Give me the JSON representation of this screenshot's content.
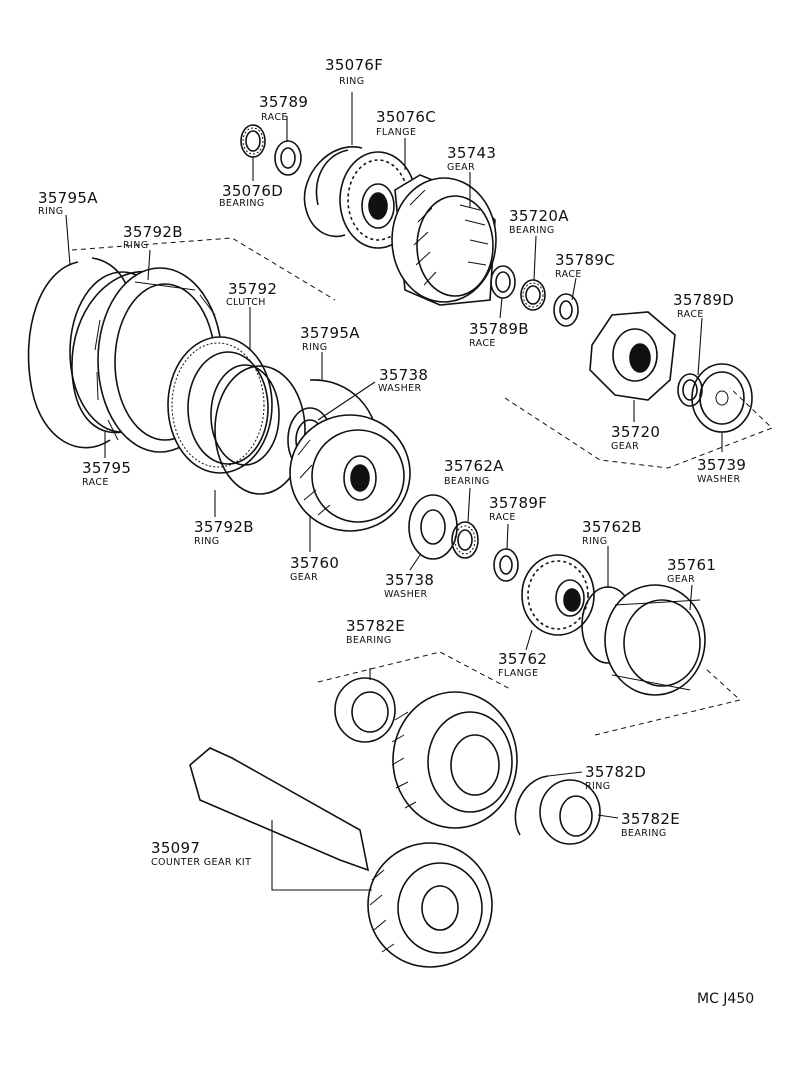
{
  "diagram_code": "MC J450",
  "parts": [
    {
      "id": "p-35076F",
      "number": "35076F",
      "name": "RING"
    },
    {
      "id": "p-35789",
      "number": "35789",
      "name": "RACE"
    },
    {
      "id": "p-35076C",
      "number": "35076C",
      "name": "FLANGE"
    },
    {
      "id": "p-35076D",
      "number": "35076D",
      "name": "BEARING"
    },
    {
      "id": "p-35743",
      "number": "35743",
      "name": "GEAR"
    },
    {
      "id": "p-35795A-top",
      "number": "35795A",
      "name": "RING"
    },
    {
      "id": "p-35792B-top",
      "number": "35792B",
      "name": "RING"
    },
    {
      "id": "p-35720A",
      "number": "35720A",
      "name": "BEARING"
    },
    {
      "id": "p-35789C",
      "number": "35789C",
      "name": "RACE"
    },
    {
      "id": "p-35792",
      "number": "35792",
      "name": "CLUTCH"
    },
    {
      "id": "p-35789D",
      "number": "35789D",
      "name": "RACE"
    },
    {
      "id": "p-35789B",
      "number": "35789B",
      "name": "RACE"
    },
    {
      "id": "p-35795A-mid",
      "number": "35795A",
      "name": "RING"
    },
    {
      "id": "p-35738-top",
      "number": "35738",
      "name": "WASHER"
    },
    {
      "id": "p-35720",
      "number": "35720",
      "name": "GEAR"
    },
    {
      "id": "p-35795",
      "number": "35795",
      "name": "RACE"
    },
    {
      "id": "p-35739",
      "number": "35739",
      "name": "WASHER"
    },
    {
      "id": "p-35762A",
      "number": "35762A",
      "name": "BEARING"
    },
    {
      "id": "p-35789F",
      "number": "35789F",
      "name": "RACE"
    },
    {
      "id": "p-35792B-bot",
      "number": "35792B",
      "name": "RING"
    },
    {
      "id": "p-35762B",
      "number": "35762B",
      "name": "RING"
    },
    {
      "id": "p-35761",
      "number": "35761",
      "name": "GEAR"
    },
    {
      "id": "p-35760",
      "number": "35760",
      "name": "GEAR"
    },
    {
      "id": "p-35738-bot",
      "number": "35738",
      "name": "WASHER"
    },
    {
      "id": "p-35782E-top",
      "number": "35782E",
      "name": "BEARING"
    },
    {
      "id": "p-35762",
      "number": "35762",
      "name": "FLANGE"
    },
    {
      "id": "p-35782D",
      "number": "35782D",
      "name": "RING"
    },
    {
      "id": "p-35782E-bot",
      "number": "35782E",
      "name": "BEARING"
    },
    {
      "id": "p-35097",
      "number": "35097",
      "name": "COUNTER GEAR KIT"
    }
  ]
}
